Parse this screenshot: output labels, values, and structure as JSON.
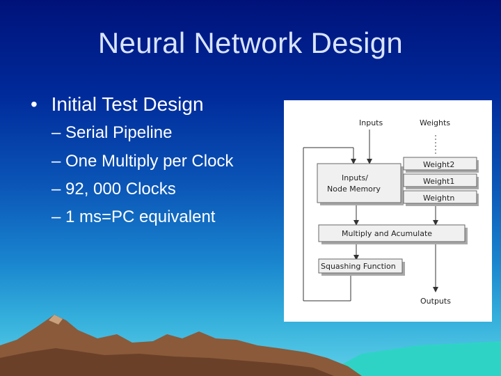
{
  "slide": {
    "title": "Neural Network Design",
    "bullets": [
      {
        "text": "Initial Test Design",
        "subitems": [
          "Serial Pipeline",
          "One Multiply per Clock",
          "92, 000 Clocks",
          "1 ms=PC equivalent"
        ]
      }
    ]
  },
  "diagram": {
    "labels": {
      "inputs": "Inputs",
      "weights": "Weights",
      "weight_2": "Weight2",
      "weight_1": "Weight1",
      "weight_n": "Weightn",
      "node_memory_line1": "Inputs/",
      "node_memory_line2": "Node Memory",
      "multiply_accumulate": "Multiply and Acumulate",
      "squashing_function": "Squashing Function",
      "outputs": "Outputs"
    }
  },
  "colors": {
    "background_top": "#00127a",
    "background_bottom": "#5fd0e8",
    "title": "#d8e4ff",
    "text": "#ffffff",
    "mountain": "#8a5a3a",
    "water": "#2fd3c6"
  }
}
